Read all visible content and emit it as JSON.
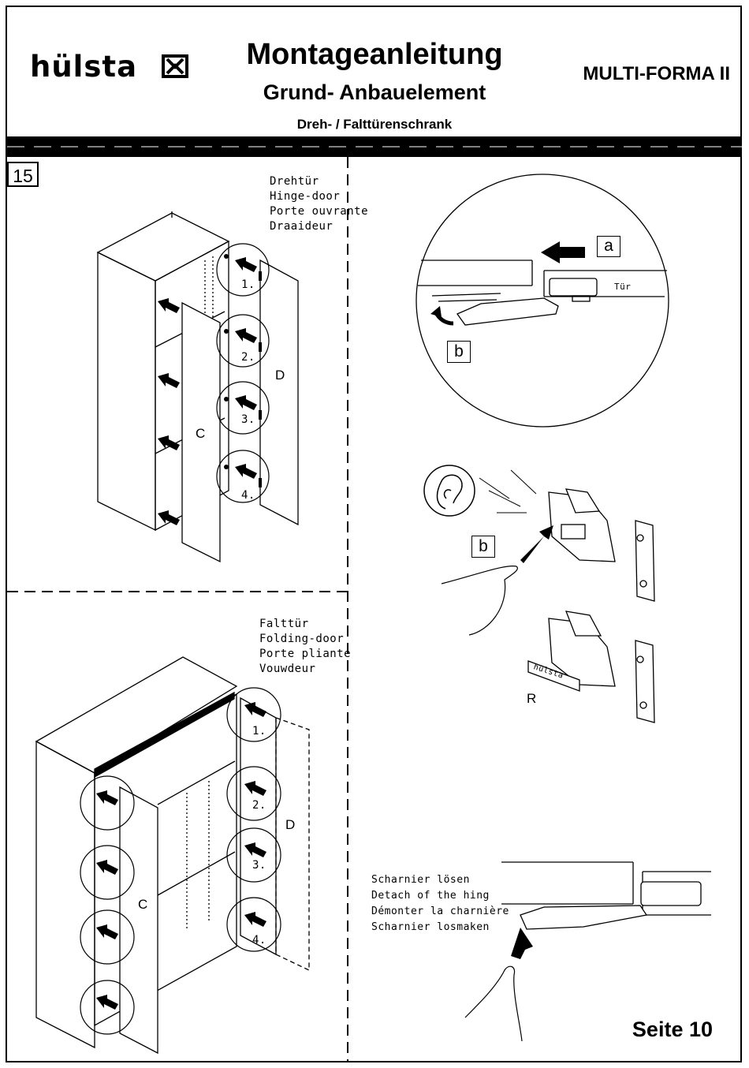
{
  "header": {
    "brand": "hülsta",
    "title": "Montageanleitung",
    "subtitle": "Grund- Anbauelement",
    "subsubtitle": "Dreh- / Falttürenschrank",
    "model": "MULTI-FORMA II"
  },
  "step_number": "15",
  "hinge_door_labels": [
    "Drehtür",
    "Hinge-door",
    "Porte ouvrante",
    "Draaideur"
  ],
  "folding_door_labels": [
    "Falttür",
    "Folding-door",
    "Porte pliante",
    "Vouwdeur"
  ],
  "detach_labels": [
    "Scharnier lösen",
    "Detach of the hing",
    "Démonter la charnière",
    "Scharnier losmaken"
  ],
  "callouts": {
    "a": "a",
    "b_top": "b",
    "b_mid": "b",
    "tuer": "Tür",
    "r": "R",
    "c_top": "C",
    "d_top": "D",
    "c_bottom": "C",
    "d_bottom": "D",
    "hinge_badge": "hülsta"
  },
  "steps_top": [
    "1.",
    "2.",
    "3.",
    "4."
  ],
  "steps_bottom": [
    "1.",
    "2.",
    "3.",
    "4."
  ],
  "footer": {
    "page": "Seite 10"
  }
}
